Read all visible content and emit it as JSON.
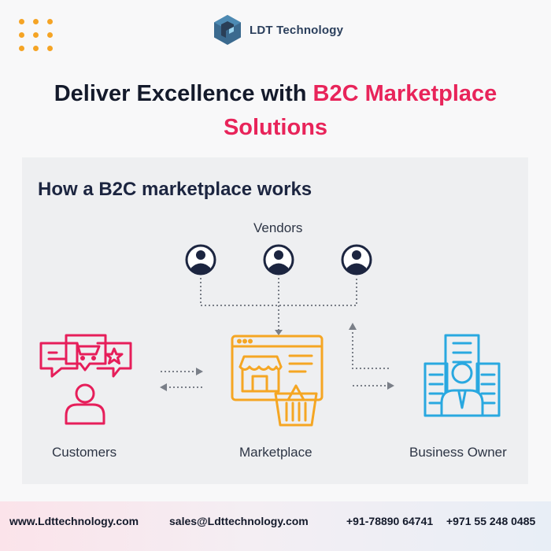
{
  "brand": {
    "name": "LDT Technology"
  },
  "headline": {
    "part1": "Deliver Excellence with ",
    "accent": "B2C Marketplace Solutions"
  },
  "diagram": {
    "title": "How a B2C marketplace works",
    "vendors_label": "Vendors",
    "customers_label": "Customers",
    "marketplace_label": "Marketplace",
    "owner_label": "Business Owner"
  },
  "footer": {
    "website": "www.Ldttechnology.com",
    "email": "sales@Ldttechnology.com",
    "phone1": "+91-78890 64741",
    "phone2": "+971 55 248 0485"
  },
  "colors": {
    "accent": "#e8245a",
    "dots": "#f5a425",
    "customer_icon": "#e61e5a",
    "marketplace_icon": "#f5a623",
    "owner_icon": "#29a8e0",
    "vendor_icon": "#1c2540",
    "connector": "#7a7f88"
  },
  "icons": [
    "dots-decoration",
    "brand-logo",
    "vendor-icon",
    "customer-icon",
    "marketplace-icon",
    "business-owner-icon"
  ]
}
